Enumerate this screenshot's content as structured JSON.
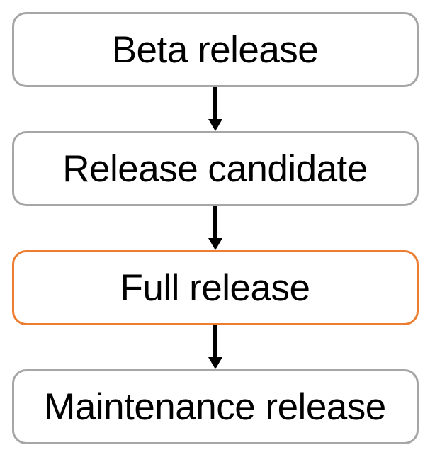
{
  "diagram": {
    "type": "flowchart",
    "direction": "top-to-bottom",
    "nodes": [
      {
        "id": "beta-release",
        "label": "Beta release",
        "border_color": "#A6A6A6",
        "highlighted": false
      },
      {
        "id": "release-candidate",
        "label": "Release candidate",
        "border_color": "#A6A6A6",
        "highlighted": false
      },
      {
        "id": "full-release",
        "label": "Full release",
        "border_color": "#ED7D31",
        "highlighted": true
      },
      {
        "id": "maintenance-release",
        "label": "Maintenance release",
        "border_color": "#A6A6A6",
        "highlighted": false
      }
    ],
    "connectors": [
      {
        "from": "beta-release",
        "to": "release-candidate",
        "shape": "arrow-down",
        "color": "#000000"
      },
      {
        "from": "release-candidate",
        "to": "full-release",
        "shape": "arrow-down",
        "color": "#000000"
      },
      {
        "from": "full-release",
        "to": "maintenance-release",
        "shape": "arrow-down",
        "color": "#000000"
      }
    ],
    "colors": {
      "background": "#FFFFFF",
      "default_border": "#A6A6A6",
      "highlight_border": "#ED7D31",
      "text": "#000000",
      "arrow": "#000000"
    }
  }
}
